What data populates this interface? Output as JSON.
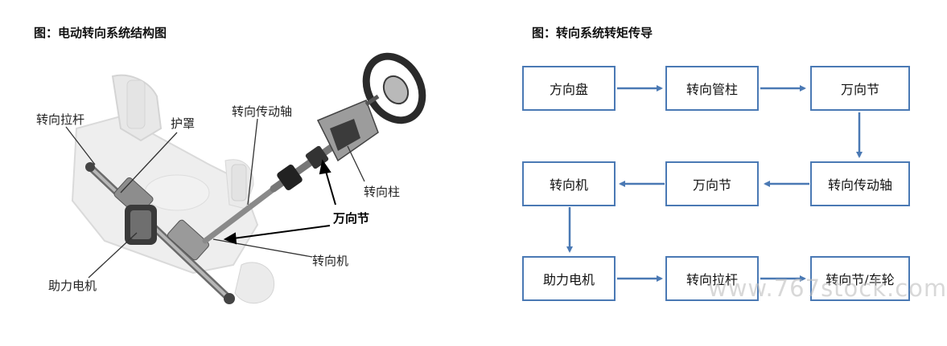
{
  "left_panel": {
    "title": "图：电动转向系统结构图",
    "callouts": {
      "tie_rod": "转向拉杆",
      "boot": "护罩",
      "intermediate_shaft": "转向传动轴",
      "steering_column": "转向柱",
      "universal_joint": "万向节",
      "steering_gear": "转向机",
      "assist_motor": "助力电机"
    }
  },
  "right_panel": {
    "title": "图：转向系统转矩传导",
    "boxes": [
      {
        "label": "方向盘"
      },
      {
        "label": "转向管柱"
      },
      {
        "label": "万向节"
      },
      {
        "label": "转向传动轴"
      },
      {
        "label": "万向节"
      },
      {
        "label": "转向机"
      },
      {
        "label": "助力电机"
      },
      {
        "label": "转向拉杆"
      },
      {
        "label": "转向节/车轮"
      }
    ]
  },
  "watermark": "www.767stock.com",
  "colors": {
    "box_border": "#4a79b4",
    "arrow": "#4a79b4"
  }
}
